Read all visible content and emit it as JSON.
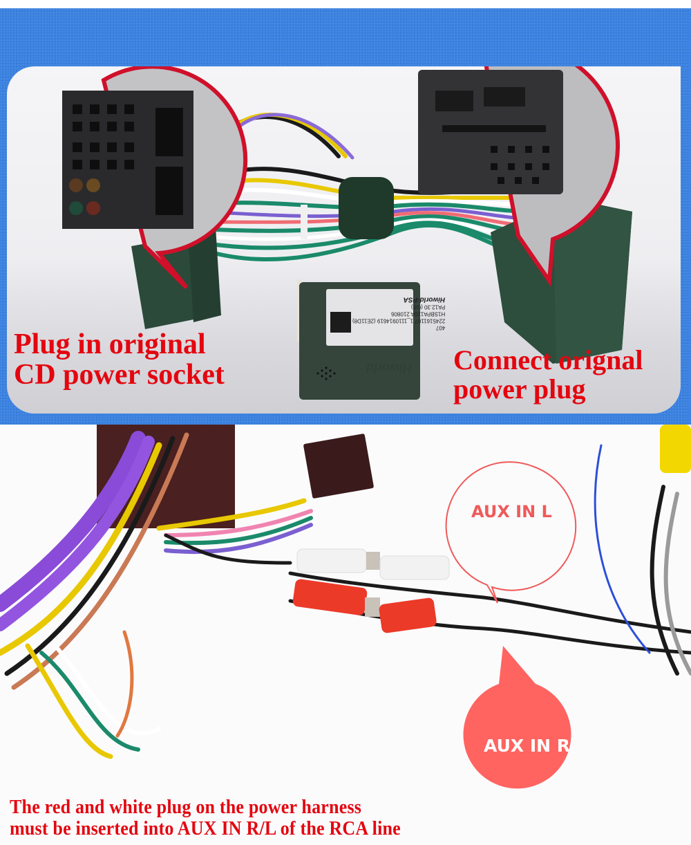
{
  "top_section": {
    "caption_left": [
      "Plug in original",
      "CD power socket"
    ],
    "caption_right": [
      "Connect orignal",
      "power plug"
    ],
    "module": {
      "brand_logo": "Hiworld",
      "label_lines": [
        "Hiworld-PSA",
        "PA12.30 (GB)",
        "H1SBPA120A   210806",
        "2245161107 1_1110914619 (2E11D8)",
        "407"
      ]
    }
  },
  "bottom_section": {
    "callout_left": "AUX IN L",
    "callout_right": "AUX IN R",
    "caption": [
      "The red and white plug on the power harness",
      "must be inserted into AUX IN R/L of the RCA line"
    ]
  },
  "colors": {
    "frame_blue": "#3b82e0",
    "caption_red": "#e4060f",
    "callout_red": "#ef5a5a",
    "magnifier_ring": "#d0102a",
    "connector_green": "#2b4a3a"
  },
  "icons": {
    "magnifier_left": "connector-closeup-icon",
    "magnifier_right": "connector-closeup-icon",
    "speaker_grille": "speaker-grille-icon"
  }
}
